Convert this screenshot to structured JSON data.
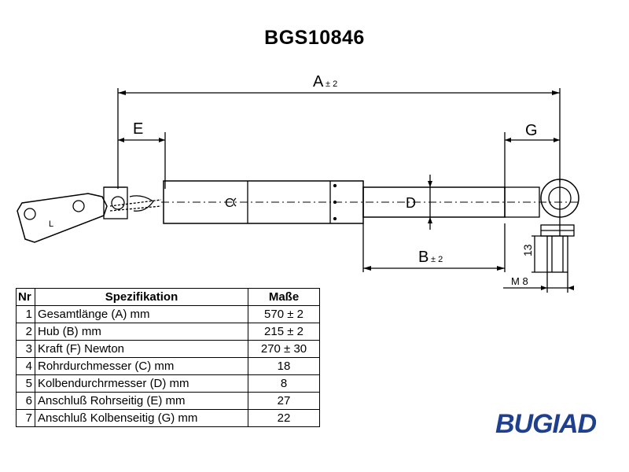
{
  "title": "BGS10846",
  "dimensions": {
    "a_label": "A",
    "a_tol": "± 2",
    "b_label": "B",
    "b_tol": "± 2",
    "e_label": "E",
    "g_label": "G",
    "c_label": "C",
    "d_label": "D",
    "thread_length": "13",
    "thread_size": "M 8",
    "bracket_mark": "L"
  },
  "table": {
    "headers": [
      "Nr",
      "Spezifikation",
      "Maße"
    ],
    "rows": [
      {
        "nr": "1",
        "spec": "Gesamtlänge (A) mm",
        "value": "570 ± 2"
      },
      {
        "nr": "2",
        "spec": "Hub (B)  mm",
        "value": "215 ± 2"
      },
      {
        "nr": "3",
        "spec": "Kraft (F) Newton",
        "value": "270 ± 30"
      },
      {
        "nr": "4",
        "spec": "Rohrdurchmesser (C) mm",
        "value": "18"
      },
      {
        "nr": "5",
        "spec": "Kolbendurchrmesser (D) mm",
        "value": "8"
      },
      {
        "nr": "6",
        "spec": "Anschluß Rohrseitig (E) mm",
        "value": "27"
      },
      {
        "nr": "7",
        "spec": "Anschluß Kolbenseitig (G) mm",
        "value": "22"
      }
    ]
  },
  "logo": {
    "text": "BUGIAD",
    "color": "#1f3f8f"
  }
}
